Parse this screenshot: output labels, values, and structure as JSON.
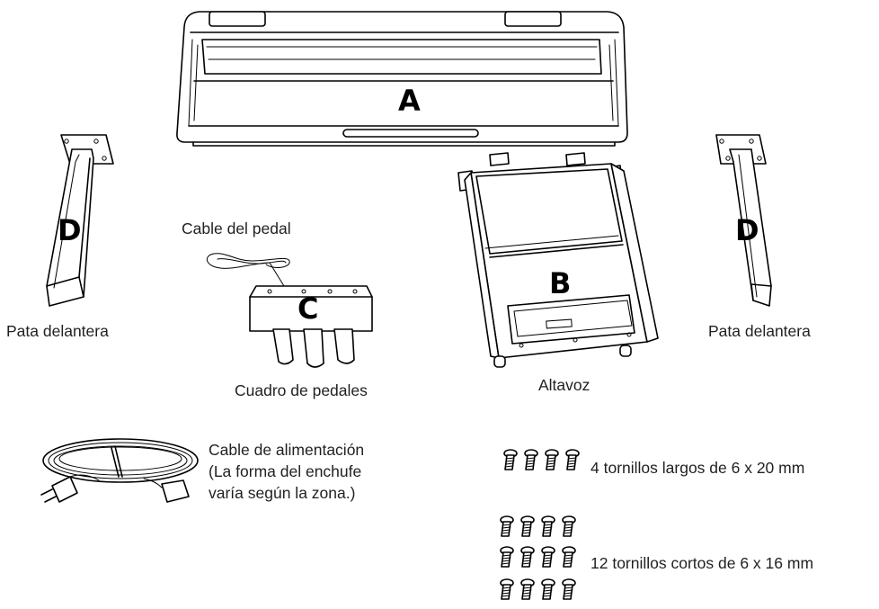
{
  "parts": {
    "keyboard": {
      "letter": "A"
    },
    "speaker": {
      "letter": "B",
      "label": "Altavoz"
    },
    "pedal_box": {
      "letter": "C",
      "label": "Cuadro de pedales",
      "cable_label": "Cable del pedal"
    },
    "front_leg_left": {
      "letter": "D",
      "label": "Pata delantera"
    },
    "front_leg_right": {
      "letter": "D",
      "label": "Pata delantera"
    },
    "power_cable": {
      "label_line1": "Cable de alimentación",
      "label_line2": "(La forma del enchufe",
      "label_line3": "varía según la zona.)"
    },
    "long_screws": {
      "label": "4 tornillos largos de 6 x 20 mm"
    },
    "short_screws": {
      "label": "12 tornillos cortos de 6 x 16 mm"
    }
  }
}
